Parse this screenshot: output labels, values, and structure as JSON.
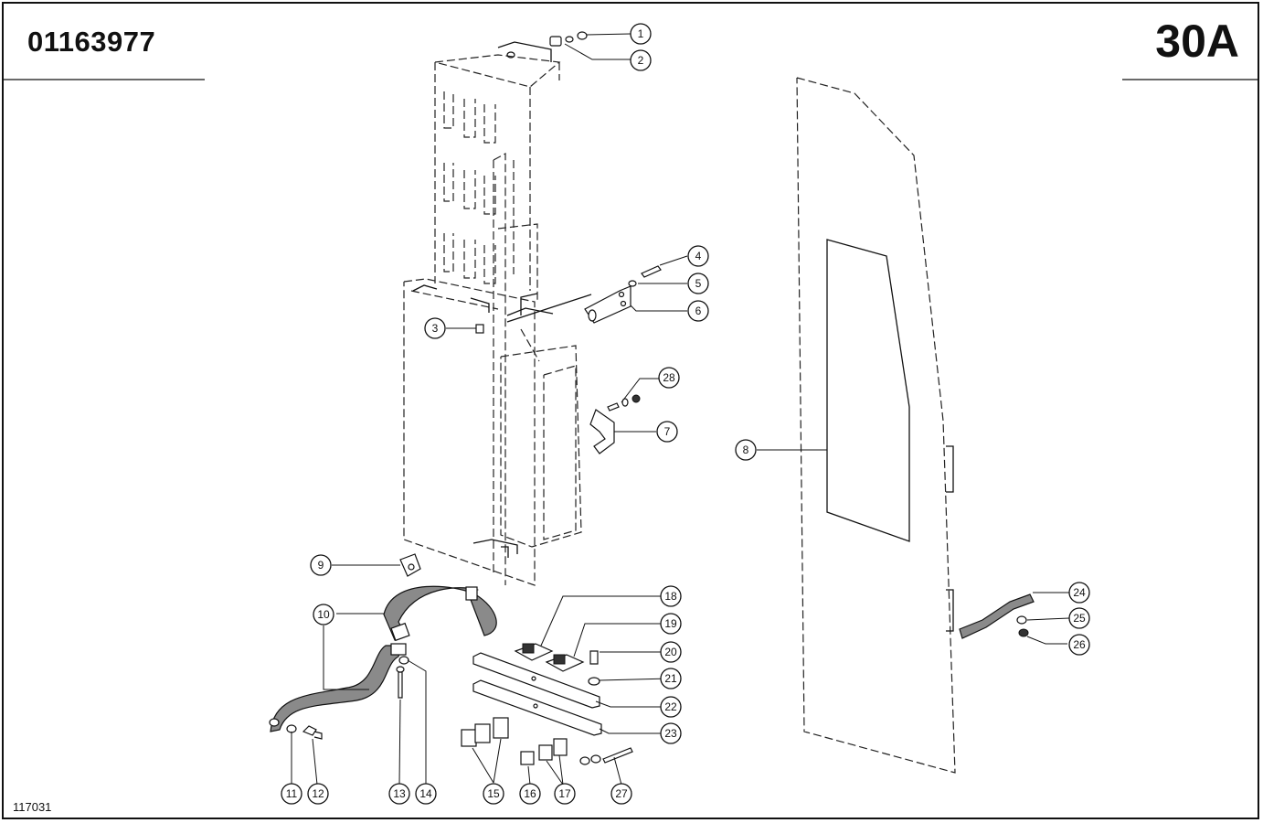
{
  "header": {
    "part_number": "01163977",
    "page_code": "30A"
  },
  "footer": {
    "figure_number": "117031"
  },
  "callouts": [
    "1",
    "2",
    "3",
    "4",
    "5",
    "6",
    "7",
    "8",
    "9",
    "10",
    "11",
    "12",
    "13",
    "14",
    "15",
    "16",
    "17",
    "18",
    "19",
    "20",
    "21",
    "22",
    "23",
    "24",
    "25",
    "26",
    "27",
    "28"
  ]
}
